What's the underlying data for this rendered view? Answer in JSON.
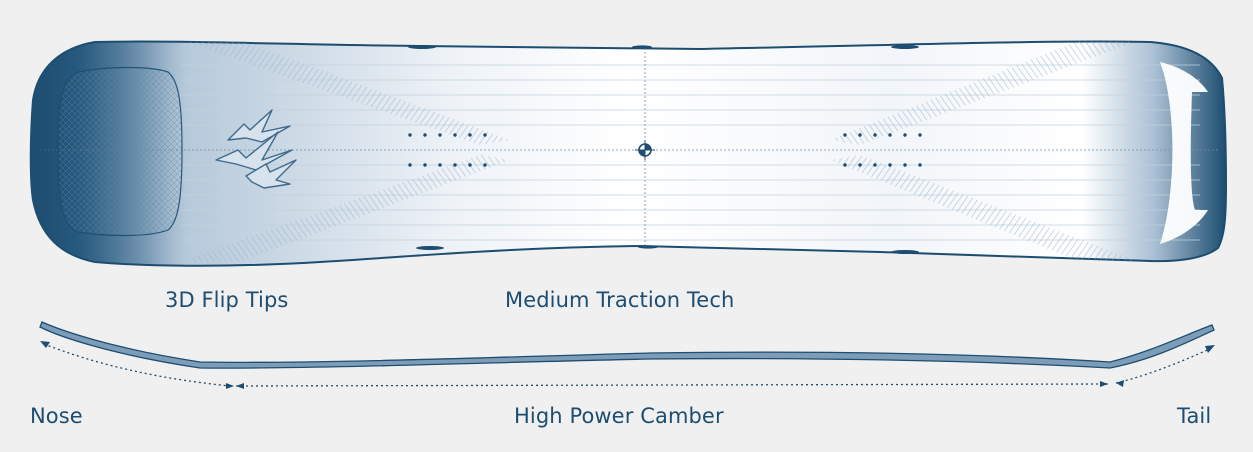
{
  "colors": {
    "background": "#f0f0f0",
    "board_dark": "#1d4d70",
    "board_light": "#ffffff",
    "label": "#1d4d70"
  },
  "labels": {
    "flip_tips": "3D Flip Tips",
    "traction_tech": "Medium Traction Tech",
    "nose": "Nose",
    "camber": "High Power Camber",
    "tail": "Tail"
  },
  "icons": {
    "logo": "jones-mountain-logo",
    "center_mark": "crosshair-center-icon"
  }
}
